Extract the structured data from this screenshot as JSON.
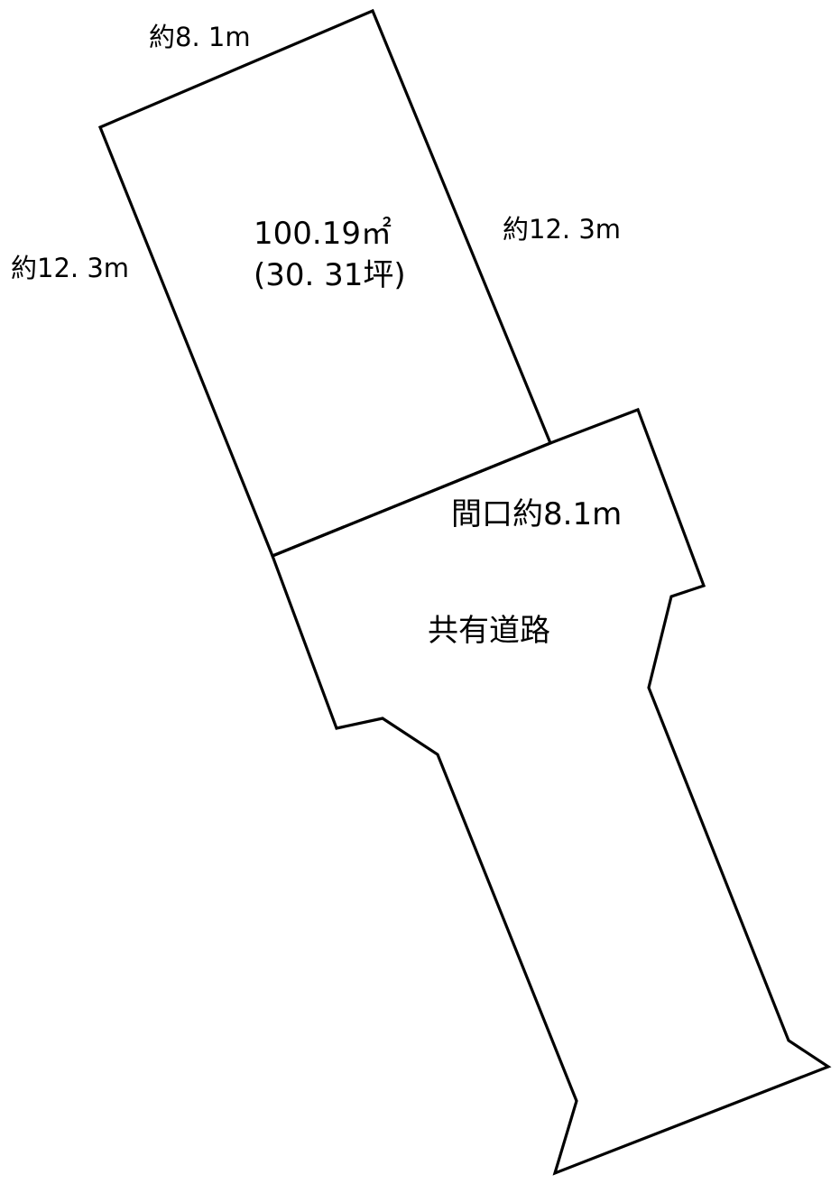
{
  "lot": {
    "top_width": "約8. 1m",
    "left_depth": "約12. 3m",
    "right_depth": "約12. 3m",
    "area_sqm": "100.19㎡",
    "area_tsubo": "(30. 31坪)",
    "frontage": "間口約8.1m"
  },
  "road": {
    "label": "共有道路"
  },
  "colors": {
    "line": "#000000",
    "background": "#ffffff"
  }
}
